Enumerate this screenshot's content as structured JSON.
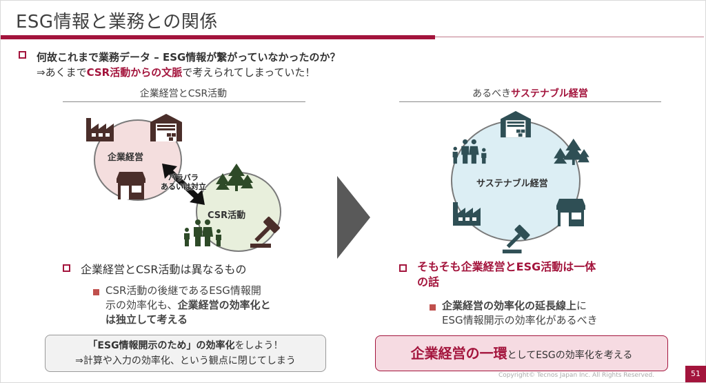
{
  "title": "ESG情報と業務との関係",
  "question": {
    "line1": "何故これまで業務データ – ESG情報が繋がっていなかったのか？",
    "line2_prefix": "⇒あくまで",
    "line2_accent": "CSR活動からの文脈",
    "line2_suffix": "で考えられてしまっていた！"
  },
  "left": {
    "heading": "企業経営とCSR活動",
    "circle_a_label": "企業経営",
    "circle_b_label": "CSR活動",
    "conflict_label_1": "バラバラ",
    "conflict_label_2": "あるいは対立",
    "bullet": "企業経営とCSR活動は異なるもの",
    "sub_line1": "CSR活動の後継であるESG情報開",
    "sub_line2_prefix": "示の効率化も、",
    "sub_line2_bold": "企業経営の効率化と",
    "sub_line3_bold": "は独立して考える",
    "callout_line1_bold": "「ESG情報開示のため」の効率化",
    "callout_line1_suffix": "をしよう！",
    "callout_line2": "⇒計算や入力の効率化、という観点に閉じてしまう"
  },
  "right": {
    "heading_prefix": "あるべき",
    "heading_accent": "サステナブル経営",
    "circle_label": "サステナブル経営",
    "bullet_line1": "そもそも企業経営とESG活動は一体",
    "bullet_line2": "の話",
    "sub_line1_bold": "企業経営の効率化の延長線上",
    "sub_line1_suffix": "に",
    "sub_line2": "ESG情報開示の効率化があるべき",
    "callout_accent": "企業経営の一環",
    "callout_suffix": "としてESGの効率化を考える"
  },
  "footer": {
    "copyright": "Copyright© Tecnos Japan Inc. All Rights Reserved.",
    "page": "51"
  },
  "colors": {
    "accent": "#a3143c",
    "icon_dark": "#4a2e2a",
    "icon_teal": "#2f4f55",
    "icon_green": "#2e4a28",
    "circle_pink": "#f4dede",
    "circle_green": "#e8efdc",
    "circle_blue": "#dceef4"
  },
  "icons": [
    "factory-icon",
    "warehouse-icon",
    "store-icon",
    "forest-icon",
    "family-icon",
    "gavel-icon",
    "double-arrow-icon",
    "chevron-right-icon"
  ]
}
